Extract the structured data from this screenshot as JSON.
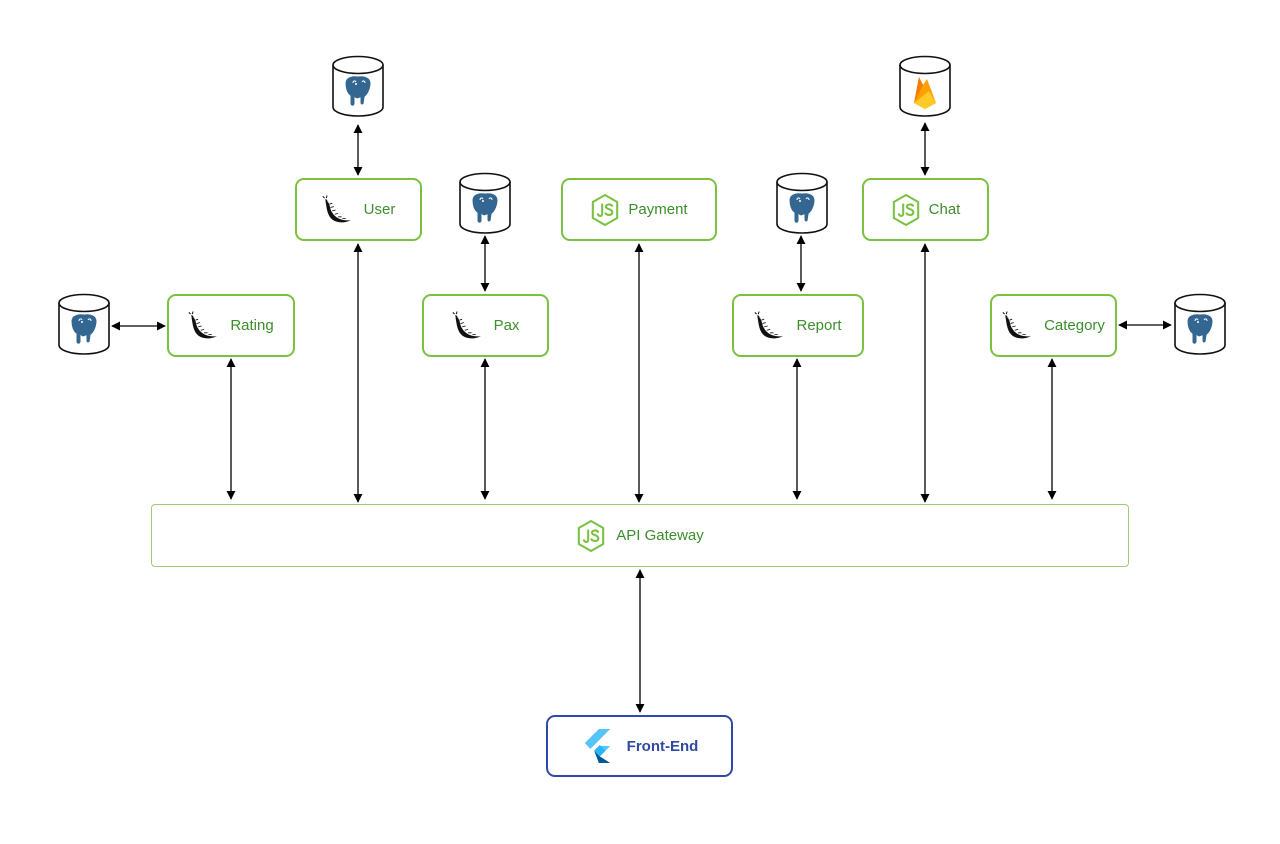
{
  "services": {
    "user": {
      "label": "User",
      "runtime_icon": "flask-icon",
      "database_icon": "postgresql-icon"
    },
    "rating": {
      "label": "Rating",
      "runtime_icon": "flask-icon",
      "database_icon": "postgresql-icon"
    },
    "pax": {
      "label": "Pax",
      "runtime_icon": "flask-icon",
      "database_icon": "postgresql-icon"
    },
    "payment": {
      "label": "Payment",
      "runtime_icon": "nodejs-icon"
    },
    "report": {
      "label": "Report",
      "runtime_icon": "flask-icon",
      "database_icon": "postgresql-icon"
    },
    "chat": {
      "label": "Chat",
      "runtime_icon": "nodejs-icon",
      "database_icon": "firebase-icon"
    },
    "category": {
      "label": "Category",
      "runtime_icon": "flask-icon",
      "database_icon": "postgresql-icon"
    }
  },
  "gateway": {
    "label": "API Gateway",
    "runtime_icon": "nodejs-icon"
  },
  "frontend": {
    "label": "Front-End",
    "runtime_icon": "flutter-icon"
  },
  "colors": {
    "service_border": "#7ac142",
    "service_text": "#3c8f2c",
    "frontend_border": "#2f4aa5",
    "arrow": "#000000"
  }
}
